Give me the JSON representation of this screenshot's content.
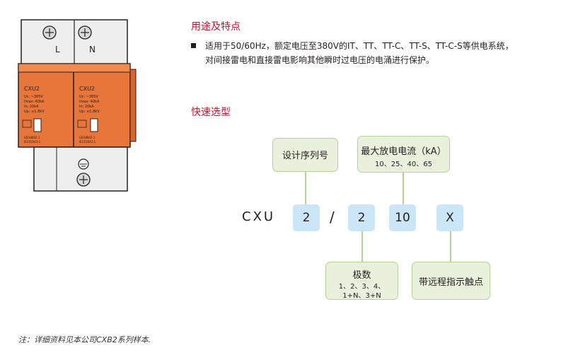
{
  "usage": {
    "title": "用途及特点",
    "line1": "适用于50/60Hz，额定电压至380V的IT、TT、TT-C、TT-S、TT-C-S等供电系统，",
    "line2": "对间接雷电和直接雷电影响其他瞬时过电压的电涌进行保护。"
  },
  "selection": {
    "title": "快速选型",
    "prefix": "CXU",
    "codes": [
      "2",
      "/",
      "2",
      "10",
      "X"
    ],
    "boxes": {
      "series": {
        "label": "设计序列号"
      },
      "current": {
        "label": "最大放电电流（kA）",
        "values": "10、25、40、65"
      },
      "poles": {
        "label": "极数",
        "values_line1": "1、2、3、4、",
        "values_line2": "1+N、3+N"
      },
      "remote": {
        "label": "带远程指示触点"
      }
    }
  },
  "product": {
    "module_label": "CXU2",
    "specs": [
      "Uc: ~385V",
      "Imax: 40kA",
      "In: 20kA",
      "Up: ≤1.8kV"
    ],
    "standards": [
      "GB18802.1",
      "IEC61643-1"
    ],
    "terminal_labels": [
      "L",
      "N"
    ],
    "colors": {
      "body": "#e8763a",
      "housing": "#eeeeee"
    }
  },
  "footer": {
    "note": "注：详细资料见本公司CXB2系列样本."
  }
}
